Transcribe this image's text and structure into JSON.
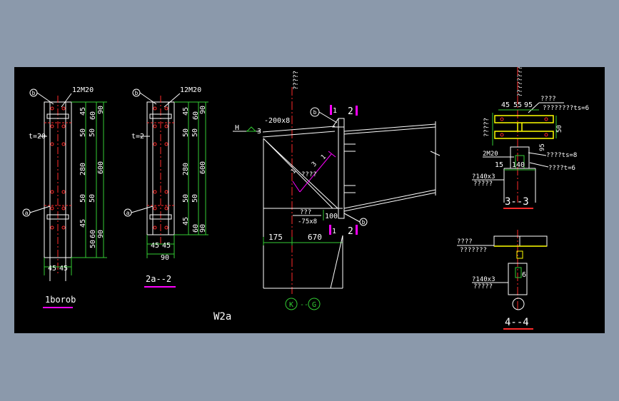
{
  "colors": {
    "background": "#8b99ab",
    "canvas": "#000000",
    "white": "#ffffff",
    "red": "#ff2a2a",
    "green": "#33cc33",
    "yellow": "#ffff00",
    "magenta": "#ff00ff",
    "cyan": "#00ffff"
  },
  "detail_a": {
    "circle_b": "b",
    "circle_a": "a",
    "bolts": "12M20",
    "thickness": "t=20",
    "dims_right": [
      "45",
      "60",
      "90",
      "50",
      "50",
      "280",
      "600",
      "50",
      "50",
      "45",
      "60",
      "90",
      "50"
    ],
    "bottom_dim": "45",
    "bottom_dim_2": "45",
    "title": "1borob"
  },
  "detail_b": {
    "circle_b": "b",
    "circle_a": "a",
    "bolts": "12M20",
    "thickness": "t=2",
    "dims_right": [
      "45",
      "60",
      "90",
      "50",
      "50",
      "280",
      "600",
      "50",
      "50",
      "45",
      "60",
      "90"
    ],
    "bottom_dim": "45",
    "bottom_dim_2": "45",
    "bottom_total": "90",
    "title": "2a--2"
  },
  "elevation": {
    "level_label": "H",
    "plate_label": "-200x8",
    "circle_b": "b",
    "section_1": "1",
    "section_2": "2",
    "weld_label": "????",
    "stiffener_label": "???",
    "stiffener_plate": "-75x8",
    "dim_100": "100",
    "dim_175": "175",
    "dim_670": "670",
    "axis_k": "K",
    "axis_g": "G",
    "axis_sep": "--",
    "sheet_label": "W2a",
    "vertical_tag": "?????",
    "diag_marks": [
      "3",
      "3",
      "1",
      "1"
    ]
  },
  "section_3": {
    "top_tag": "????????",
    "dims_top": [
      "45",
      "55",
      "95"
    ],
    "label_1": "????",
    "label_2": "????????ts=6",
    "left_tag": "?????",
    "bolts": "2M20",
    "label_ts8": "????ts=8",
    "dim_15": "15",
    "dim_140": "140",
    "label_t6": "????t=6",
    "plate": "?140x3",
    "plate_note": "?????",
    "dim_50": "50",
    "dim_95": "95",
    "title": "3--3"
  },
  "section_4": {
    "label_1": "????",
    "label_2": "???????",
    "plate": "?140x3",
    "plate_note": "?????",
    "dim_6": "6",
    "title": "4--4"
  }
}
